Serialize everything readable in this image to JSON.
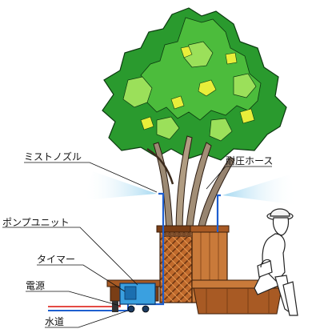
{
  "labels": {
    "mist_nozzle": "ミストノズル",
    "pressure_hose": "耐圧ホース",
    "pump_unit": "ポンプユニット",
    "timer": "タイマー",
    "power_source": "電源",
    "water_supply": "水道"
  },
  "colors": {
    "foliage_dark": "#1f8a2a",
    "foliage_mid": "#43b63a",
    "foliage_light": "#9be05a",
    "foliage_yellow": "#e8ee3a",
    "mist": "#bfe6f7",
    "pipe": "#1e5fd0",
    "wood": "#c97a3a",
    "wood_dark": "#8a4a1c",
    "pump": "#3aa0e0",
    "power_wire": "#e0302a"
  },
  "icons": [
    "tree-illustration",
    "planter-box",
    "bench",
    "pump-unit",
    "person-seated",
    "mist-spray"
  ]
}
